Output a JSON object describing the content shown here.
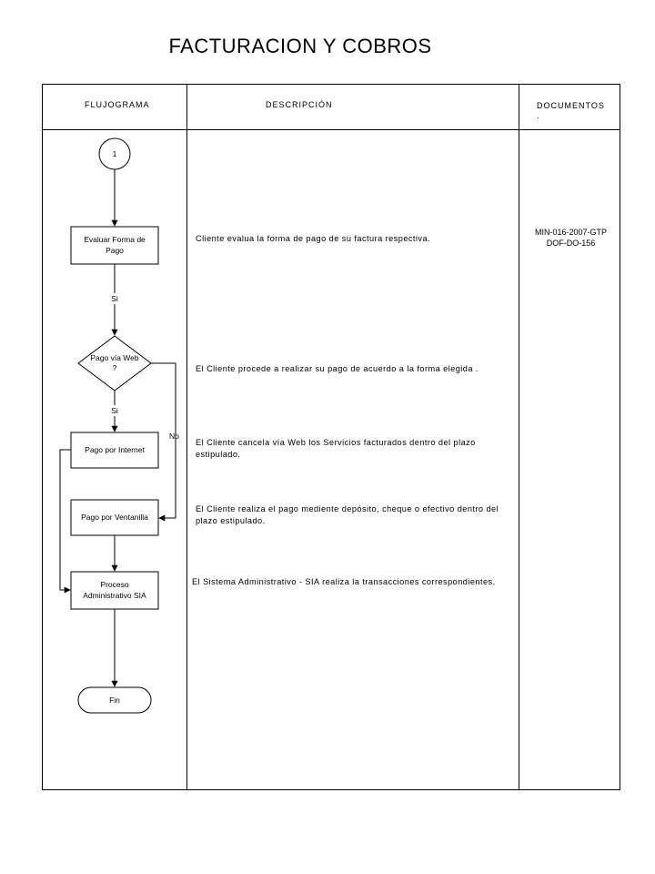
{
  "title": "FACTURACION Y COBROS",
  "headers": {
    "flujograma": "FLUJOGRAMA",
    "descripcion": "DESCRIPCIÓN",
    "documentos": "DOCUMENTOS",
    "documentos_mark": "."
  },
  "flow": {
    "connector": "1",
    "evaluar": [
      "Evaluar Forma de",
      "Pago"
    ],
    "si_1": "Si",
    "decision": [
      "Pago vía Web",
      "?"
    ],
    "si_2": "Si",
    "no": "No",
    "internet": "Pago por Internet",
    "ventanilla": "Pago por Ventanilla",
    "sia": [
      "Proceso",
      "Administrativo SIA"
    ],
    "fin": "Fin"
  },
  "descriptions": {
    "evaluar": "Cliente evalua la forma de pago de su factura respectiva.",
    "decision": "El Cliente procede a realizar su pago de acuerdo a la forma elegida .",
    "internet": "El Cliente cancela vía Web los Servicios facturados  dentro del plazo estipulado.",
    "ventanilla": "El Cliente realiza el pago mediente depósito, cheque o  efectivo dentro del plazo estipulado.",
    "sia": "El Sistema Administrativo - SIA realiza la transacciones correspondientes."
  },
  "documents": [
    "MIN-016-2007-GTP",
    "DOF-DO-156"
  ]
}
